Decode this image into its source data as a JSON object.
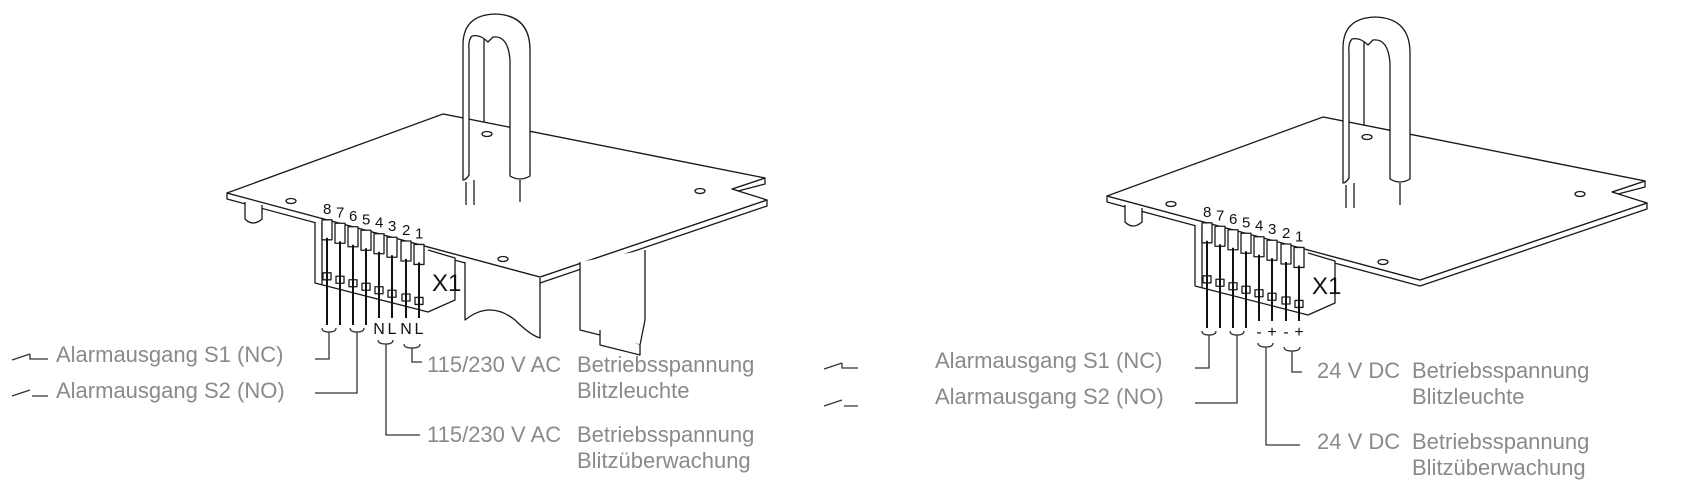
{
  "left_panel": {
    "terminal_block": "X1",
    "pin_numbers": [
      "8",
      "7",
      "6",
      "5",
      "4",
      "3",
      "2",
      "1"
    ],
    "polarity": [
      "N",
      "L",
      "N",
      "L"
    ],
    "alarm_s1": "Alarmausgang S1 (NC)",
    "alarm_s2": "Alarmausgang S2 (NO)",
    "supply_lamp": {
      "voltage": "115/230 V AC",
      "line1": "Betriebsspannung",
      "line2": "Blitzleuchte"
    },
    "supply_monitor": {
      "voltage": "115/230 V AC",
      "line1": "Betriebsspannung",
      "line2": "Blitzüberwachung"
    }
  },
  "right_panel": {
    "terminal_block": "X1",
    "pin_numbers": [
      "8",
      "7",
      "6",
      "5",
      "4",
      "3",
      "2",
      "1"
    ],
    "polarity": [
      "-",
      "+",
      "-",
      "+"
    ],
    "alarm_s1": "Alarmausgang S1 (NC)",
    "alarm_s2": "Alarmausgang S2 (NO)",
    "supply_lamp": {
      "voltage": "24 V DC",
      "line1": "Betriebsspannung",
      "line2": "Blitzleuchte"
    },
    "supply_monitor": {
      "voltage": "24 V DC",
      "line1": "Betriebsspannung",
      "line2": "Blitzüberwachung"
    }
  }
}
